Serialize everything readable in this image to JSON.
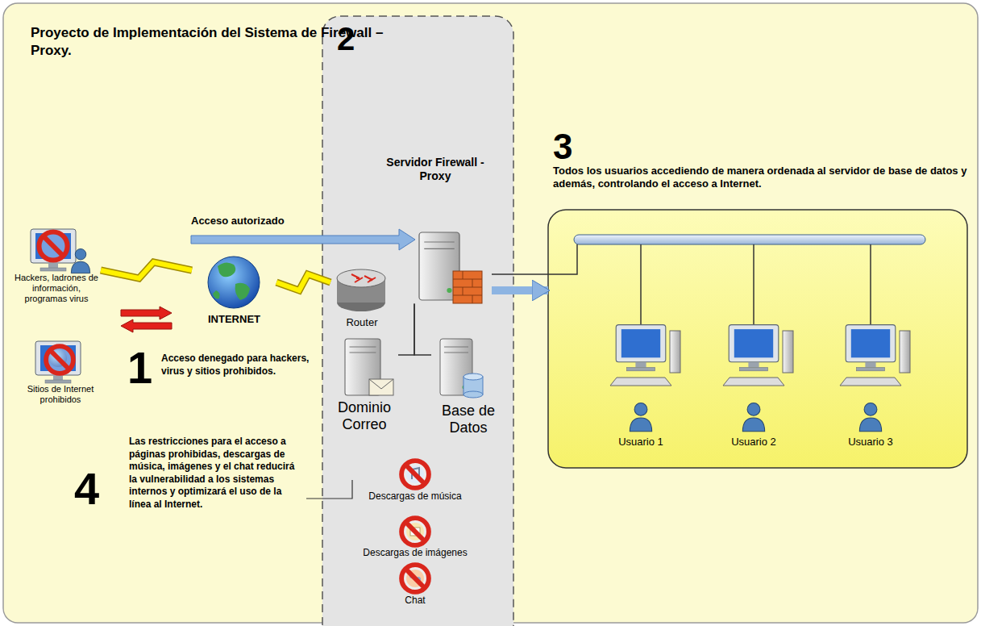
{
  "diagram": {
    "title": "Proyecto de Implementación del Sistema de Firewall – Proxy.",
    "nodes": [
      {
        "text": [
          "2"
        ]
      },
      {
        "text": [
          "Servidor Firewall - Proxy"
        ],
        "in": 0
      },
      {
        "text": [
          "Router"
        ],
        "in": 0
      },
      {
        "text": [
          "Dominio Correo"
        ],
        "in": 0
      },
      {
        "text": [
          "Base de Datos"
        ],
        "in": 0
      },
      {
        "text": [
          "Descargas de música"
        ],
        "in": 0
      },
      {
        "text": [
          "Descargas de imágenes"
        ],
        "in": 0
      },
      {
        "text": [
          "Chat"
        ],
        "in": 0
      },
      {
        "text": [
          "3",
          "Todos los usuarios accediendo de manera ordenada al servidor de base de datos y además, controlando el acceso a Internet."
        ]
      },
      {
        "text": [
          "Usuario 1"
        ],
        "in": 8
      },
      {
        "text": [
          "Usuario 2"
        ],
        "in": 8
      },
      {
        "text": [
          "Usuario 3"
        ],
        "in": 8
      },
      {
        "text": [
          "Hackers, ladrones de información, programas virus"
        ]
      },
      {
        "text": [
          "Sitios de Internet prohibidos"
        ]
      },
      {
        "text": [
          "INTERNET"
        ]
      }
    ],
    "edges": [
      {
        "from": 12,
        "to": 14,
        "arrow": "none"
      },
      {
        "from": 14,
        "to": 2,
        "arrow": "none"
      },
      {
        "from": 1,
        "to": 3,
        "arrow": "none"
      },
      {
        "from": 1,
        "to": 4,
        "arrow": "none"
      },
      {
        "from": 1,
        "to": 8,
        "arrow": "to"
      },
      {
        "from": 1,
        "to": 8,
        "arrow": "none"
      }
    ],
    "labels": [
      "Acceso autorizado",
      "1",
      "Acceso denegado para hackers, virus y sitios prohibidos.",
      "4",
      "Las restricciones para el acceso a páginas prohibidas, descargas de música, imágenes y el chat reducirá la vulnerabilidad a los sistemas internos y optimizará el uso de la línea al Internet."
    ]
  }
}
